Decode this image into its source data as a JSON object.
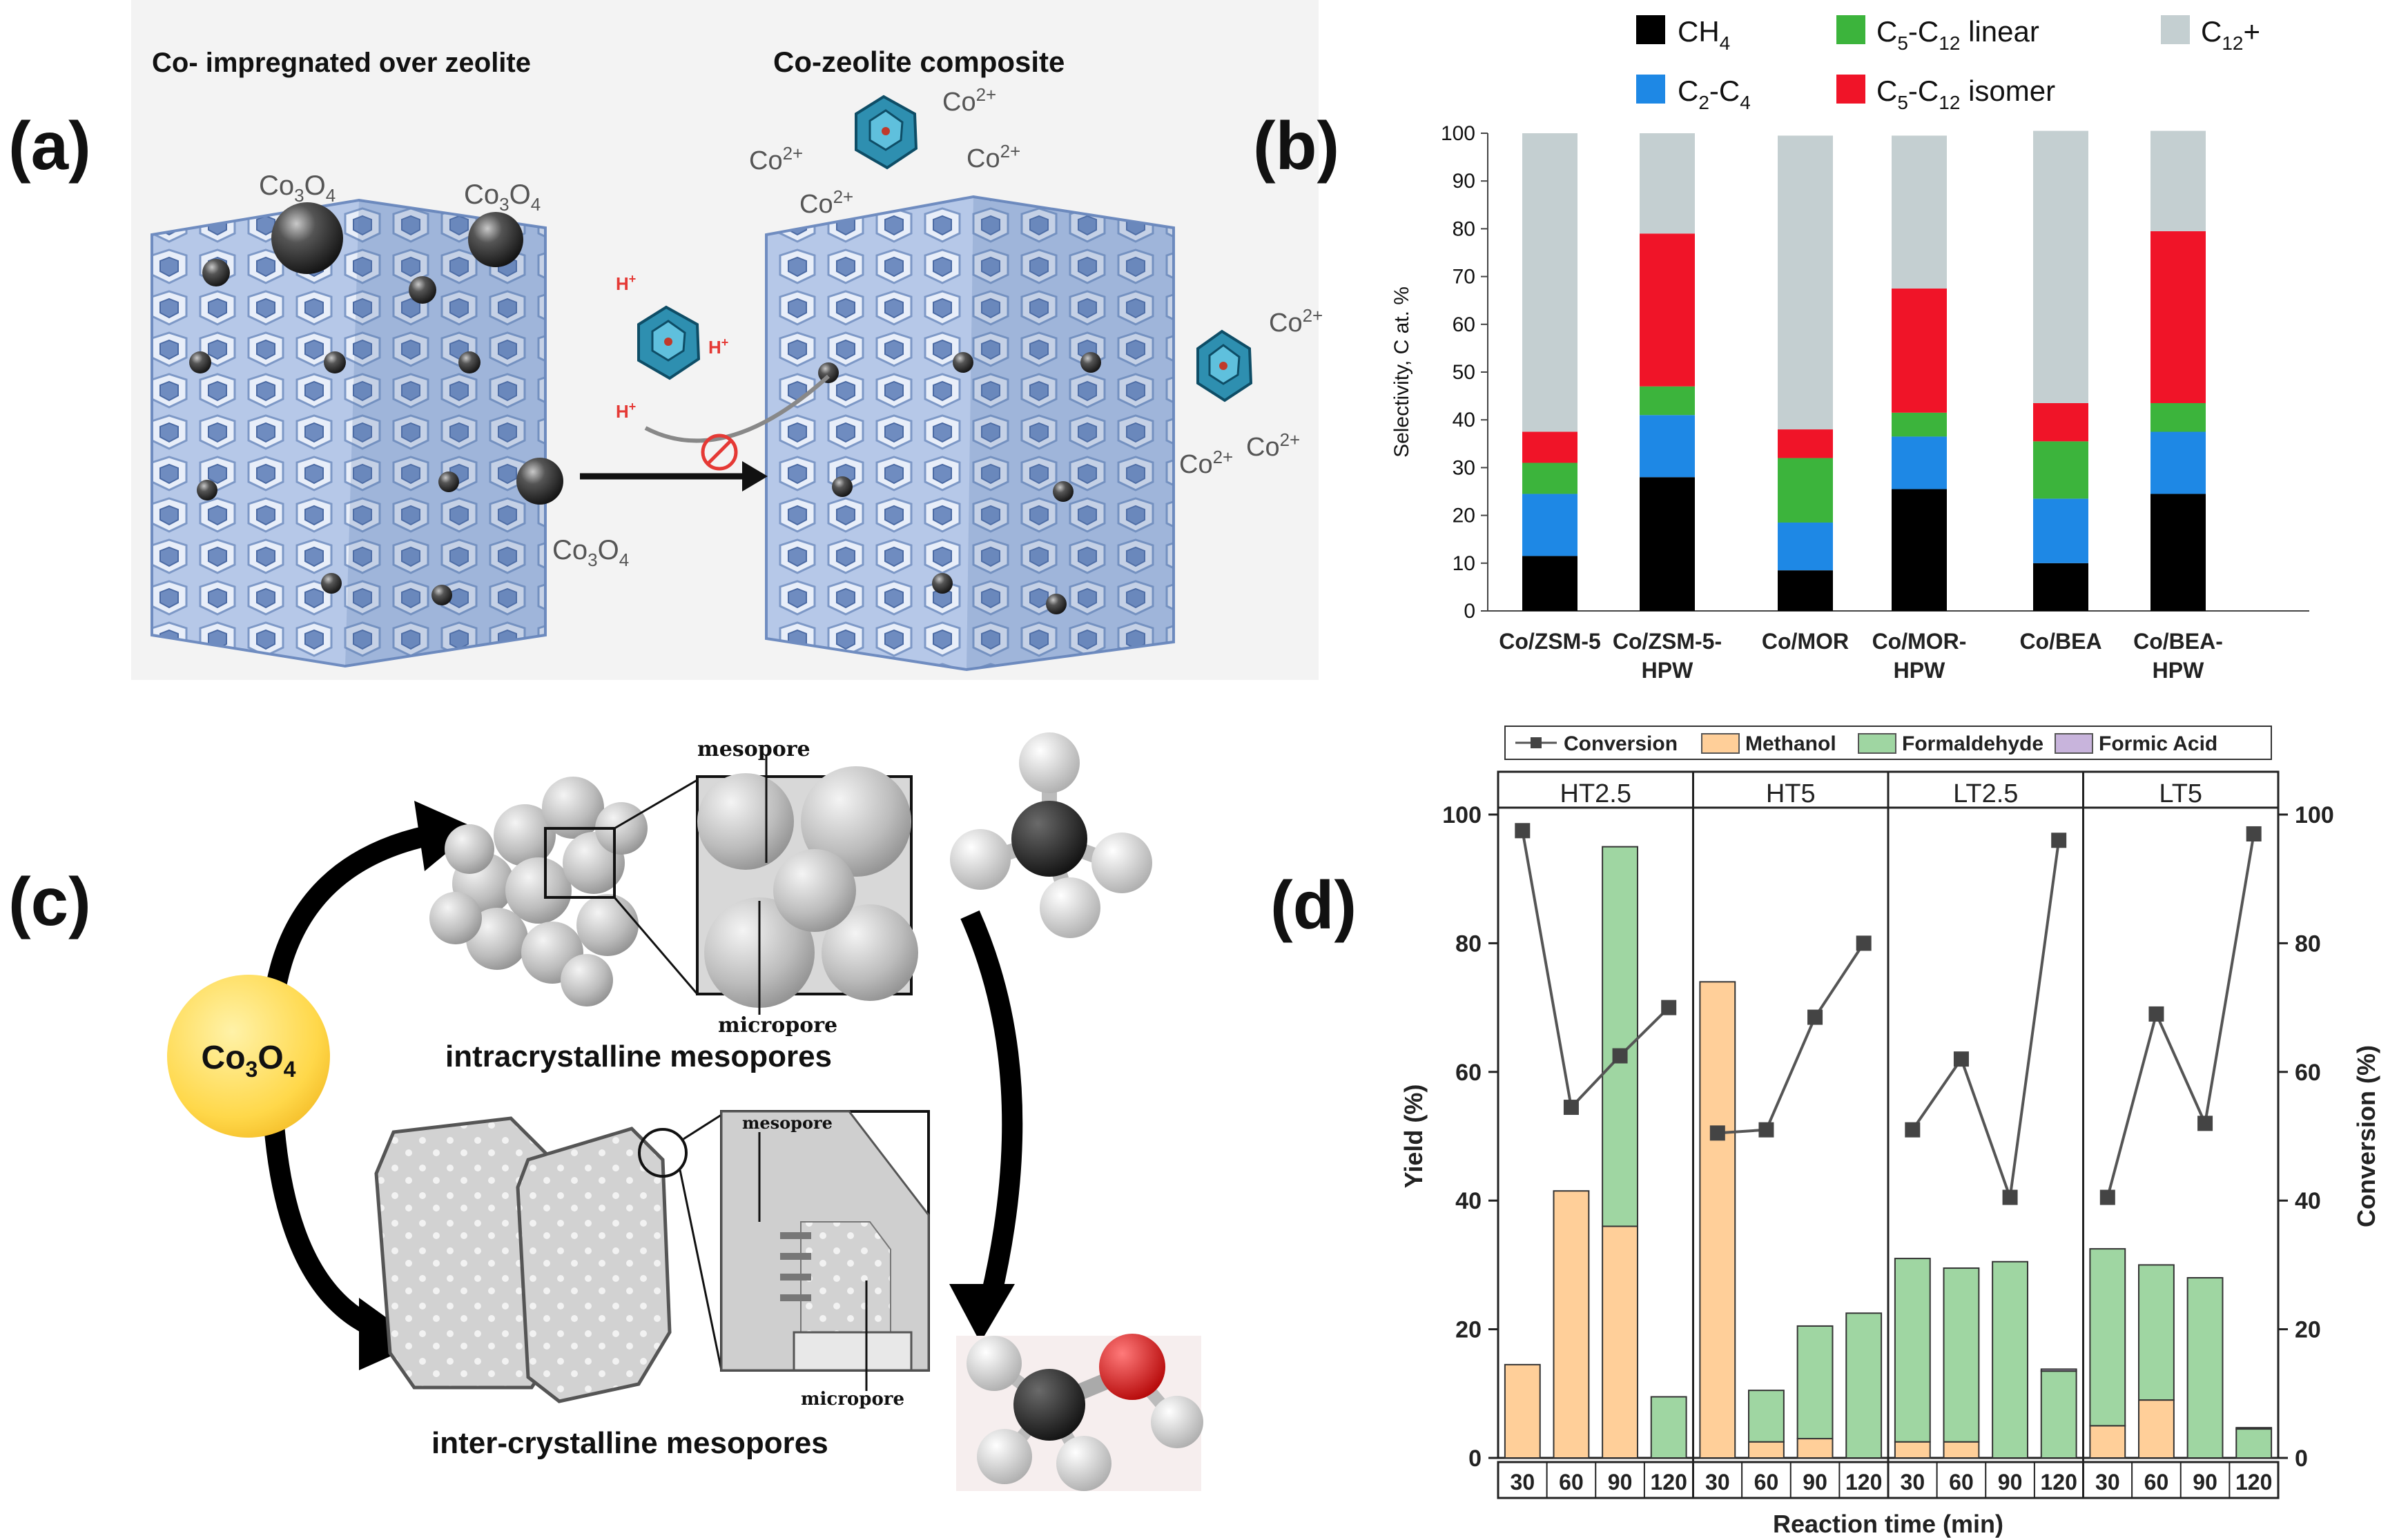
{
  "panels": {
    "a": {
      "letter": "(a)",
      "title_left": "Co- impregnated over zeolite",
      "title_right": "Co-zeolite composite",
      "labels": {
        "co3o4": "Co3O4",
        "co2plus": "Co2+",
        "hplus": "H+"
      }
    },
    "b": {
      "letter": "(b)",
      "legend": [
        "CH4",
        "C5-C12 linear",
        "C12+",
        "C2-C4",
        "C5-C12 isomer"
      ]
    },
    "c": {
      "letter": "(c)",
      "center": "Co3O4",
      "mesopore": "mesopore",
      "micropore": "micropore",
      "intra": "intracrystalline mesopores",
      "inter": "inter-crystalline mesopores"
    },
    "d": {
      "letter": "(d)"
    }
  },
  "colors": {
    "ch4": "#000000",
    "c2c4": "#1e88e5",
    "c5lin": "#3cb43c",
    "c5iso": "#f01428",
    "c12": "#c4cfd1",
    "methanol": "#ffcf99",
    "formaldehyde": "#9fd6a2",
    "formic": "#c8b4dc"
  },
  "chart_data": [
    {
      "type": "bar",
      "stacked": true,
      "ylabel": "Selectivity, C at. %",
      "ylim": [
        0,
        100
      ],
      "yticks": [
        0,
        10,
        20,
        30,
        40,
        50,
        60,
        70,
        80,
        90,
        100
      ],
      "categories": [
        "Co/ZSM-5",
        "Co/ZSM-5-HPW",
        "Co/MOR",
        "Co/MOR-HPW",
        "Co/BEA",
        "Co/BEA-HPW"
      ],
      "tick_labels": [
        [
          "Co/ZSM-5"
        ],
        [
          "Co/ZSM-5-",
          "HPW"
        ],
        [
          "Co/MOR"
        ],
        [
          "Co/MOR-",
          "HPW"
        ],
        [
          "Co/BEA"
        ],
        [
          "Co/BEA-",
          "HPW"
        ]
      ],
      "series": [
        {
          "name": "CH4",
          "values": [
            11.5,
            28,
            8.5,
            25.5,
            10,
            24.5
          ]
        },
        {
          "name": "C2-C4",
          "values": [
            13,
            13,
            10,
            11,
            13.5,
            13
          ]
        },
        {
          "name": "C5-C12 linear",
          "values": [
            6.5,
            6,
            13.5,
            5,
            12,
            6
          ]
        },
        {
          "name": "C5-C12 isomer",
          "values": [
            6.5,
            32,
            6,
            26,
            8,
            36
          ]
        },
        {
          "name": "C12+",
          "values": [
            62.5,
            21,
            61.5,
            32,
            57,
            21
          ]
        }
      ]
    },
    {
      "type": "bar",
      "stacked": true,
      "secondary_line": true,
      "xlabel": "Reaction time (min)",
      "ylabel": "Yield (%)",
      "y2label": "Conversion (%)",
      "ylim": [
        0,
        100
      ],
      "y2lim": [
        0,
        100
      ],
      "yticks": [
        0,
        20,
        40,
        60,
        80,
        100
      ],
      "legend": [
        "Conversion",
        "Methanol",
        "Formaldehyde",
        "Formic Acid"
      ],
      "groups": [
        {
          "name": "HT2.5",
          "x": [
            "30",
            "60",
            "90",
            "120"
          ],
          "methanol": [
            14.5,
            41.5,
            36,
            0
          ],
          "formaldehyde": [
            0,
            0,
            59,
            9.5
          ],
          "formic": [
            0,
            0,
            0,
            0
          ],
          "conversion": [
            97.5,
            54.5,
            62.5,
            70
          ]
        },
        {
          "name": "HT5",
          "x": [
            "30",
            "60",
            "90",
            "120"
          ],
          "methanol": [
            74,
            2.5,
            3,
            0
          ],
          "formaldehyde": [
            0,
            8,
            17.5,
            22.5
          ],
          "formic": [
            0,
            0,
            0,
            0
          ],
          "conversion": [
            50.5,
            51,
            68.5,
            80
          ]
        },
        {
          "name": "LT2.5",
          "x": [
            "30",
            "60",
            "90",
            "120"
          ],
          "methanol": [
            2.5,
            2.5,
            0,
            0
          ],
          "formaldehyde": [
            28.5,
            27,
            30.5,
            13.5
          ],
          "formic": [
            0,
            0,
            0,
            0.3
          ],
          "conversion": [
            51,
            62,
            40.5,
            96
          ]
        },
        {
          "name": "LT5",
          "x": [
            "30",
            "60",
            "90",
            "120"
          ],
          "methanol": [
            5,
            9,
            0,
            0
          ],
          "formaldehyde": [
            27.5,
            21,
            28,
            4.5
          ],
          "formic": [
            0,
            0,
            0,
            0.2
          ],
          "conversion": [
            40.5,
            69,
            52,
            97
          ]
        }
      ]
    }
  ]
}
